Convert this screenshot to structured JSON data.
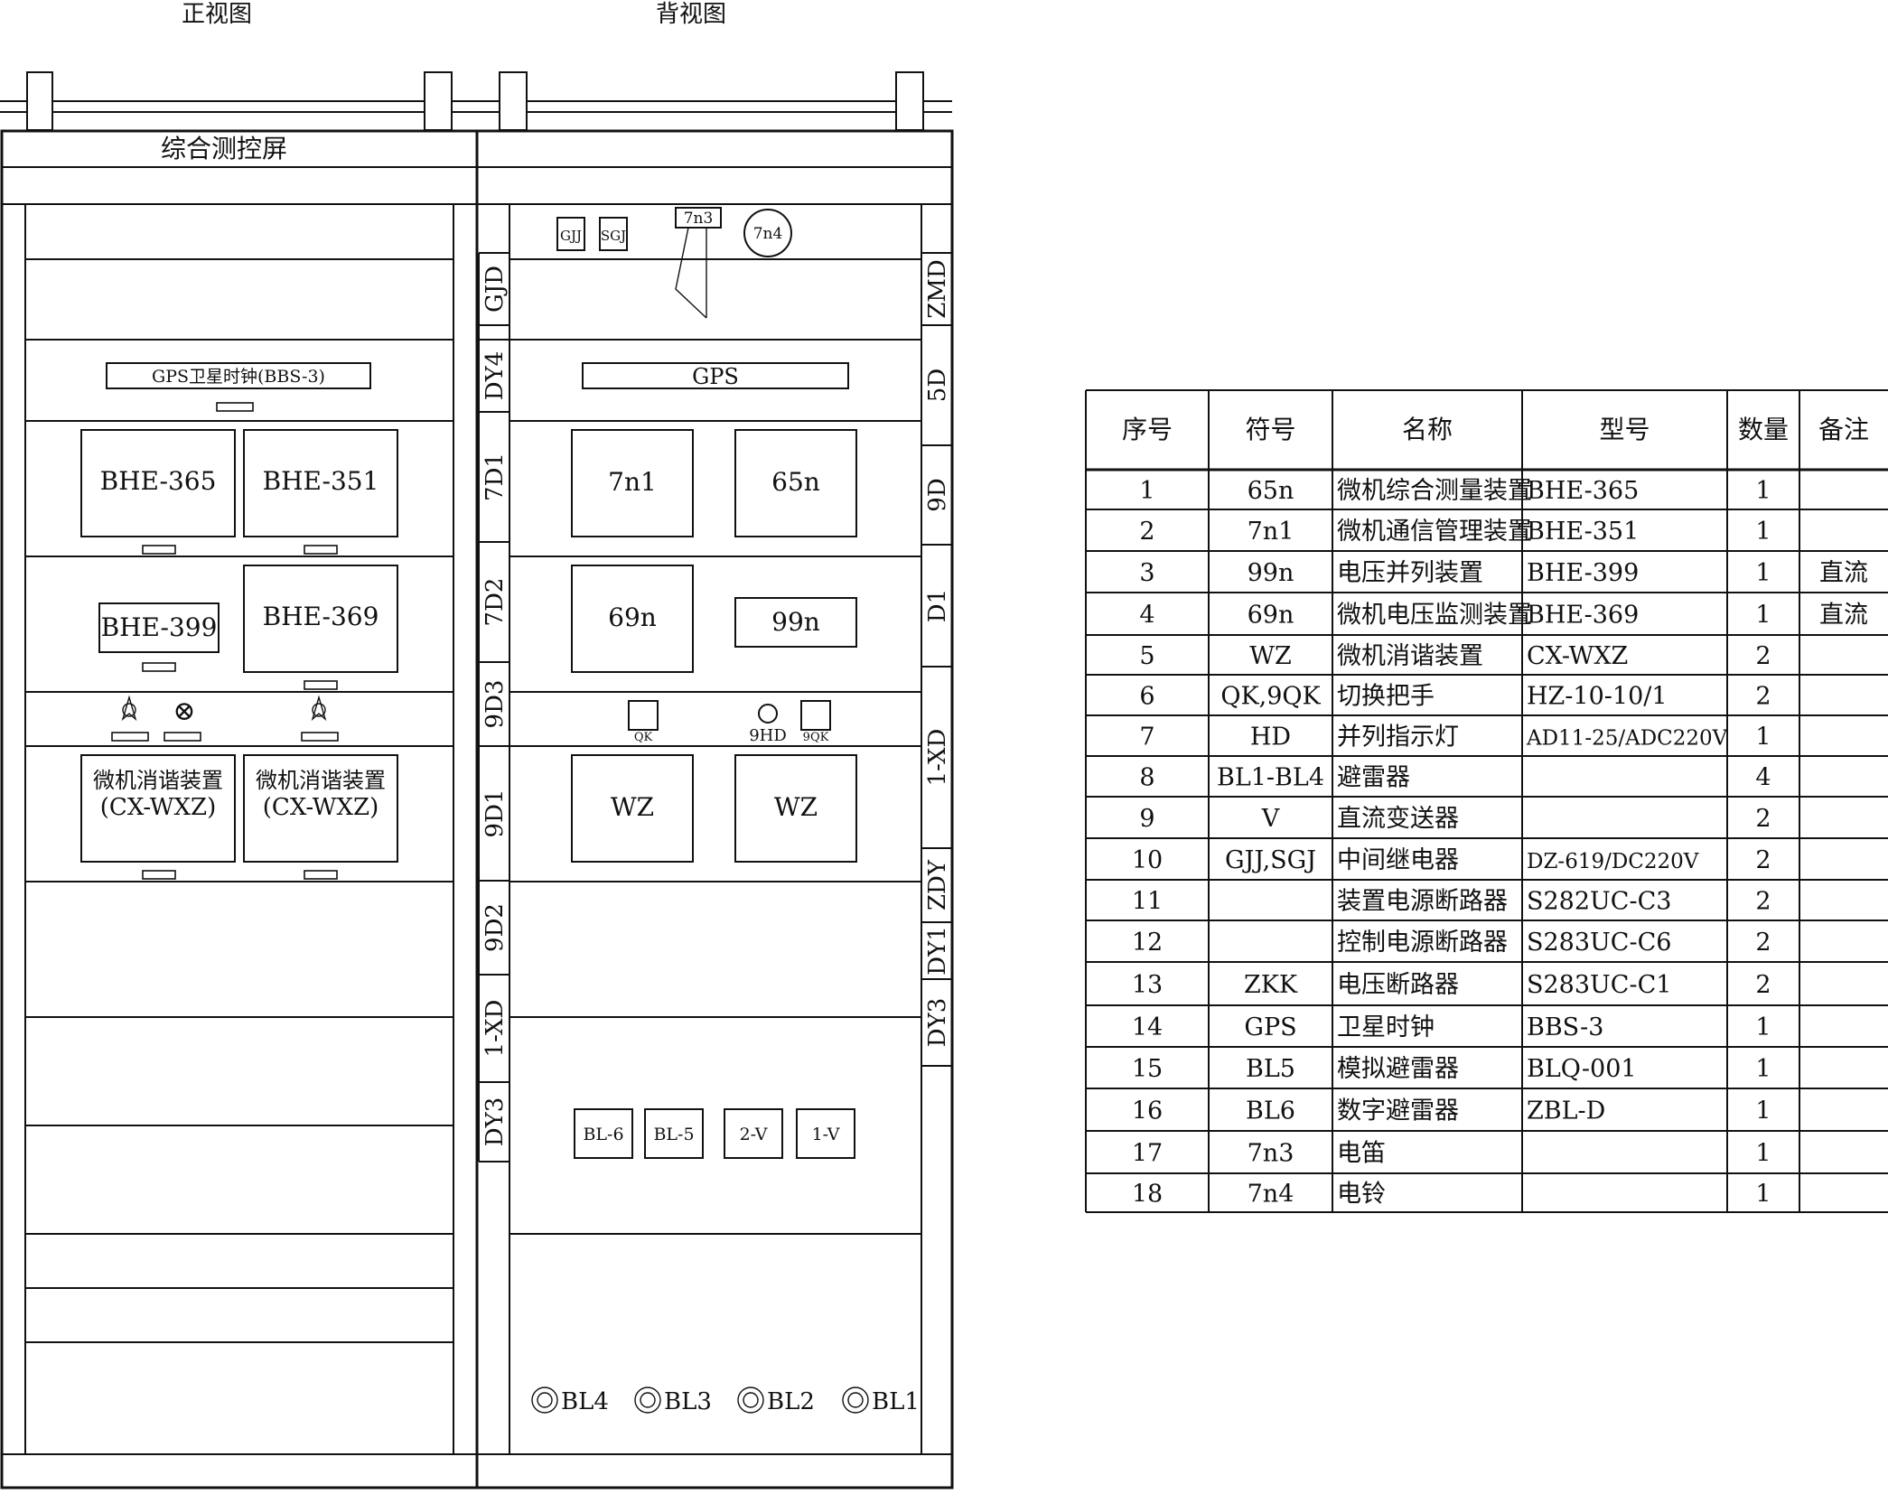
{
  "views": {
    "front_title": "正视图",
    "back_title": "背视图",
    "panel_name": "综合测控屏"
  },
  "front": {
    "gps_label": "GPS卫星时钟(BBS-3)",
    "bhe365": "BHE-365",
    "bhe351": "BHE-351",
    "bhe399": "BHE-399",
    "bhe369": "BHE-369",
    "wz_line1": "微机消谐装置",
    "wz_line2": "(CX-WXZ)",
    "lamp_icon": "⊗"
  },
  "back": {
    "gjj": "GJJ",
    "sgj": "SGJ",
    "n3": "7n3",
    "n4": "7n4",
    "gps": "GPS",
    "n1": "7n1",
    "n65": "65n",
    "n69": "69n",
    "n99": "99n",
    "qk": "QK",
    "hd": "9HD",
    "qk9": "9QK",
    "wz": "WZ",
    "bl6": "BL-6",
    "bl5": "BL-5",
    "v2": "2-V",
    "v1": "1-V",
    "bl4": "BL4",
    "bl3": "BL3",
    "bl2": "BL2",
    "bl1": "BL1"
  },
  "left_strip": [
    "GJD",
    "DY4",
    "7D1",
    "7D2",
    "9D3",
    "9D1",
    "9D2",
    "1-XD",
    "DY3"
  ],
  "right_strip": [
    "ZMD",
    "5D",
    "9D",
    "D1",
    "1-XD",
    "ZDY",
    "DY1",
    "DY3"
  ],
  "table": {
    "headers": [
      "序号",
      "符号",
      "名称",
      "型号",
      "数量",
      "备注"
    ],
    "rows": [
      [
        "1",
        "65n",
        "微机综合测量装置",
        "BHE-365",
        "1",
        ""
      ],
      [
        "2",
        "7n1",
        "微机通信管理装置",
        "BHE-351",
        "1",
        ""
      ],
      [
        "3",
        "99n",
        "电压并列装置",
        "BHE-399",
        "1",
        "直流"
      ],
      [
        "4",
        "69n",
        "微机电压监测装置",
        "BHE-369",
        "1",
        "直流"
      ],
      [
        "5",
        "WZ",
        "微机消谐装置",
        "CX-WXZ",
        "2",
        ""
      ],
      [
        "6",
        "QK,9QK",
        "切换把手",
        "HZ-10-10/1",
        "2",
        ""
      ],
      [
        "7",
        "HD",
        "并列指示灯",
        "AD11-25/ADC220V",
        "1",
        ""
      ],
      [
        "8",
        "BL1-BL4",
        "避雷器",
        "",
        "4",
        ""
      ],
      [
        "9",
        "V",
        "直流变送器",
        "",
        "2",
        ""
      ],
      [
        "10",
        "GJJ,SGJ",
        "中间继电器",
        "DZ-619/DC220V",
        "2",
        ""
      ],
      [
        "11",
        "",
        "装置电源断路器",
        "S282UC-C3",
        "2",
        ""
      ],
      [
        "12",
        "",
        "控制电源断路器",
        "S283UC-C6",
        "2",
        ""
      ],
      [
        "13",
        "ZKK",
        "电压断路器",
        "S283UC-C1",
        "2",
        ""
      ],
      [
        "14",
        "GPS",
        "卫星时钟",
        "BBS-3",
        "1",
        ""
      ],
      [
        "15",
        "BL5",
        "模拟避雷器",
        "BLQ-001",
        "1",
        ""
      ],
      [
        "16",
        "BL6",
        "数字避雷器",
        "ZBL-D",
        "1",
        ""
      ],
      [
        "17",
        "7n3",
        "电笛",
        "",
        "1",
        ""
      ],
      [
        "18",
        "7n4",
        "电铃",
        "",
        "1",
        ""
      ]
    ]
  }
}
